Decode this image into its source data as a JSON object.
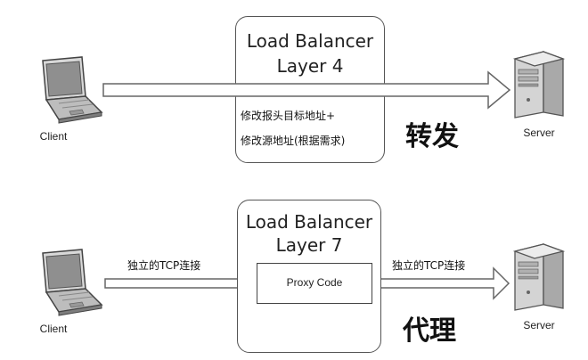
{
  "top": {
    "lb_title_line1": "Load Balancer",
    "lb_title_line2": "Layer 4",
    "note_line1": "修改报头目标地址+",
    "note_line2": "修改源地址(根据需求)",
    "mode_label": "转发",
    "client_label": "Client",
    "server_label": "Server"
  },
  "bottom": {
    "lb_title_line1": "Load Balancer",
    "lb_title_line2": "Layer 7",
    "proxy_label": "Proxy Code",
    "left_conn_label": "独立的TCP连接",
    "right_conn_label": "独立的TCP连接",
    "mode_label": "代理",
    "client_label": "Client",
    "server_label": "Server"
  },
  "colors": {
    "arrow_fill": "#ffffff",
    "arrow_stroke": "#666666",
    "box_stroke": "#555555"
  },
  "icons": {
    "client": "laptop-icon",
    "server": "server-tower-icon"
  }
}
